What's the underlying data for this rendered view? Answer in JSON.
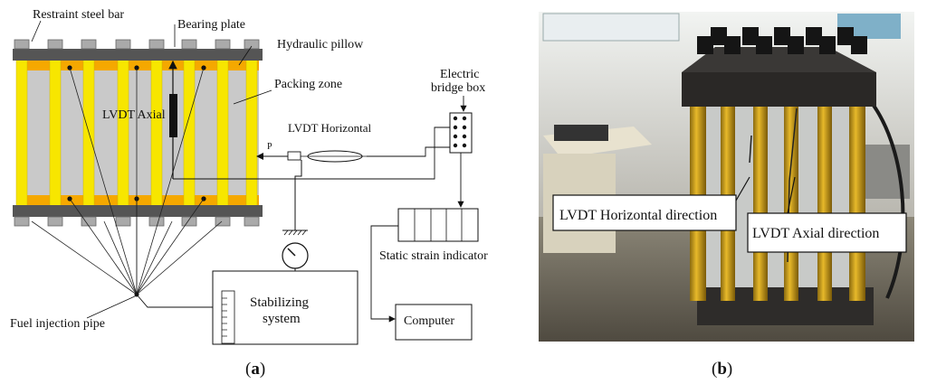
{
  "panel_a": {
    "labels": {
      "restraint_steel_bar": "Restraint steel bar",
      "bearing_plate": "Bearing plate",
      "hydraulic_pillow": "Hydraulic pillow",
      "packing_zone": "Packing zone",
      "lvdt_axial": "LVDT Axial",
      "lvdt_horizontal": "LVDT Horizontal",
      "p_symbol": "P",
      "electric_bridge_box_line1": "Electric",
      "electric_bridge_box_line2": "bridge box",
      "static_strain_indicator": "Static strain indicator",
      "stabilizing_line1": "Stabilizing",
      "stabilizing_line2": "system",
      "fuel_injection_pipe": "Fuel injection pipe",
      "computer": "Computer"
    },
    "caption": "a",
    "colors": {
      "bar_yellow": "#f7e600",
      "plate_dark": "#555555",
      "pillow_orange": "#f5a800",
      "packing_gray": "#c9c9c9"
    }
  },
  "panel_b": {
    "labels": {
      "lvdt_horizontal_direction": "LVDT Horizontal direction",
      "lvdt_axial_direction": "LVDT Axial direction"
    },
    "caption": "b"
  }
}
